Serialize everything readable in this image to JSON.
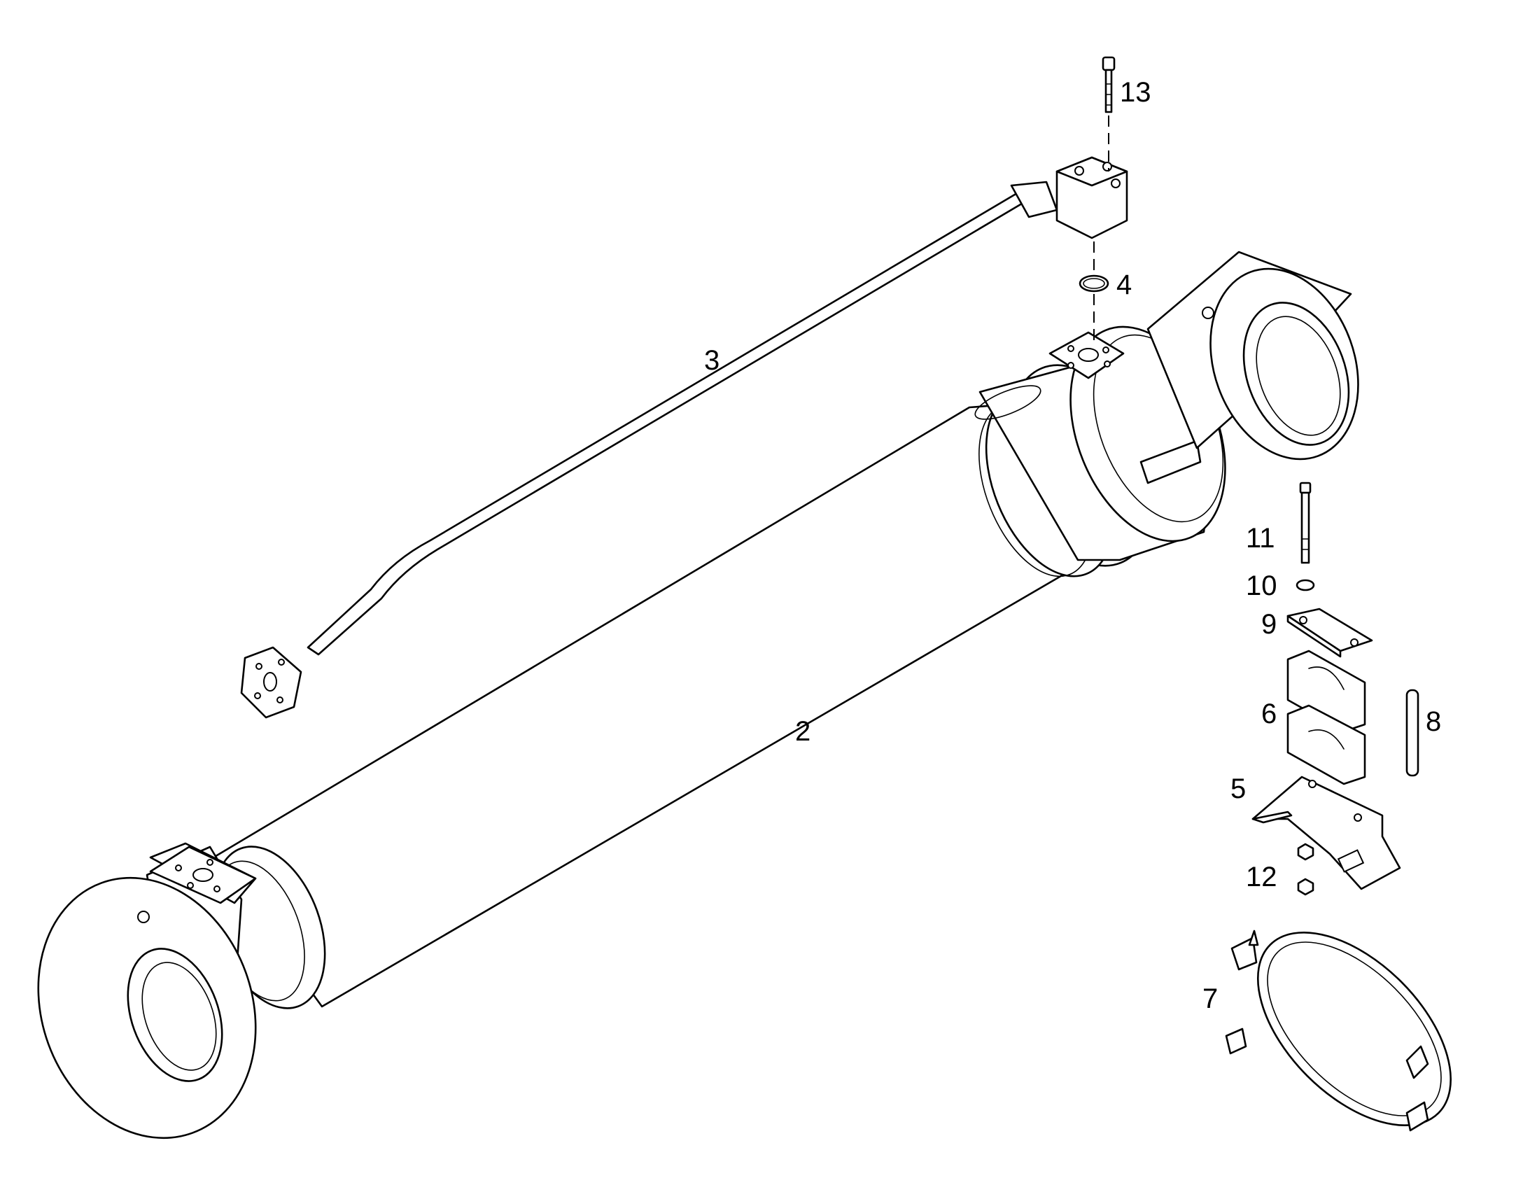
{
  "callouts": {
    "c2": "2",
    "c3": "3",
    "c4": "4",
    "c5": "5",
    "c6": "6",
    "c7": "7",
    "c8": "8",
    "c9": "9",
    "c10": "10",
    "c11": "11",
    "c12": "12",
    "c13": "13"
  }
}
